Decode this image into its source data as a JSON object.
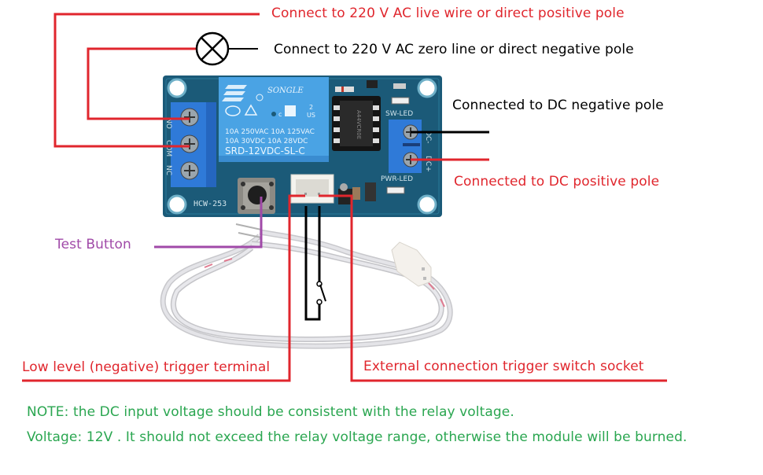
{
  "labels": {
    "live_wire": "Connect to 220 V AC live wire or direct positive pole",
    "zero_line": "Connect to 220 V AC zero line or direct negative pole",
    "dc_negative": "Connected to DC negative pole",
    "dc_positive": "Connected to DC positive pole",
    "test_button": "Test Button",
    "low_level_trigger": "Low level (negative) trigger terminal",
    "external_socket": "External connection trigger switch socket"
  },
  "notes": {
    "line1": "NOTE: the DC input voltage should be consistent with the relay voltage.",
    "line2": "Voltage:  12V . It should not exceed the relay voltage range, otherwise the module will be burned."
  },
  "board": {
    "model": "HCW-253",
    "relay_brand": "SONGLE",
    "relay_rating1": "10A 250VAC  10A 125VAC",
    "relay_rating2": "10A  30VDC  10A  28VDC",
    "relay_model": "SRD-12VDC-SL-C",
    "cert_ul_num": "2",
    "cert_us": "US",
    "cert_c": "c",
    "relay_terminals": [
      "NO",
      "COM",
      "NC"
    ],
    "dc_terminals": [
      "DC-",
      "DC+"
    ],
    "sw_led_label": "SW-LED",
    "pwr_led_label": "PWR-LED",
    "ic_marking": "A44VCR0E"
  },
  "colors": {
    "wire_red": "#e0262d",
    "wire_black": "#000000",
    "wire_purple": "#a04aa8",
    "note_green": "#2aa650",
    "pcb": "#1b5a78",
    "terminal_blue": "#2f7ad8",
    "relay_blue": "#4aa3e4"
  }
}
